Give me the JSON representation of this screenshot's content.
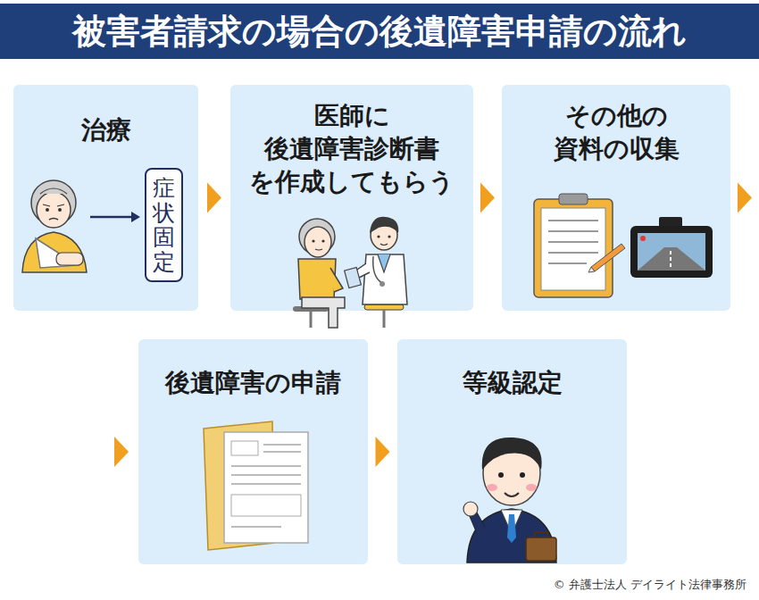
{
  "diagram": {
    "title": "被害者請求の場合の後遺障害申請の流れ",
    "nodes": [
      {
        "text": [
          "治療"
        ]
      },
      {
        "text": [
          "症状固定"
        ],
        "in": 0
      },
      {
        "text": [
          "医師に 後遺障害診断書 を作成してもらう"
        ]
      },
      {
        "text": [
          "その他の 資料の収集"
        ]
      },
      {
        "text": [
          "後遺障害の申請"
        ]
      },
      {
        "text": [
          "等級認定"
        ]
      }
    ],
    "edges": [
      {
        "from": 0,
        "to": 2,
        "arrow": "to"
      },
      {
        "from": 2,
        "to": 3,
        "arrow": "to"
      },
      {
        "from": 3,
        "to": 4,
        "arrow": "to"
      },
      {
        "from": 4,
        "to": 5,
        "arrow": "to"
      }
    ],
    "labels": [
      "© 弁護士法人 デイライト法律事務所"
    ]
  }
}
